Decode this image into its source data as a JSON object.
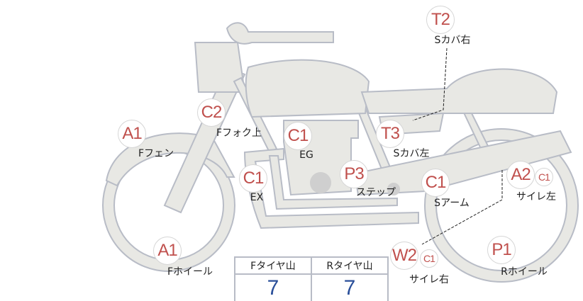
{
  "markers": [
    {
      "code": "T2",
      "label": "Sカバ右"
    },
    {
      "code": "C2",
      "label": "Fフォク上"
    },
    {
      "code": "A1",
      "label": "Fフェン"
    },
    {
      "code": "C1",
      "label": "EG"
    },
    {
      "code": "T3",
      "label": "Sカバ左"
    },
    {
      "code": "C1",
      "label": "EX"
    },
    {
      "code": "P3",
      "label": "ステップ"
    },
    {
      "code": "C1",
      "label": "Sアーム"
    },
    {
      "code": "A2",
      "sub": "C1",
      "label": "サイレ左"
    },
    {
      "code": "A1",
      "label": "Fホイール"
    },
    {
      "code": "W2",
      "sub": "C1",
      "label": "サイレ右"
    },
    {
      "code": "P1",
      "label": "Rホイール"
    }
  ],
  "tread_table": {
    "headers": [
      "Fタイヤ山",
      "Rタイヤ山"
    ],
    "values": [
      "7",
      "7"
    ]
  },
  "colors": {
    "code": "#c0504d",
    "value": "#2a4f9a",
    "body": "#e8e8e4",
    "outline": "#b8bcc6"
  }
}
